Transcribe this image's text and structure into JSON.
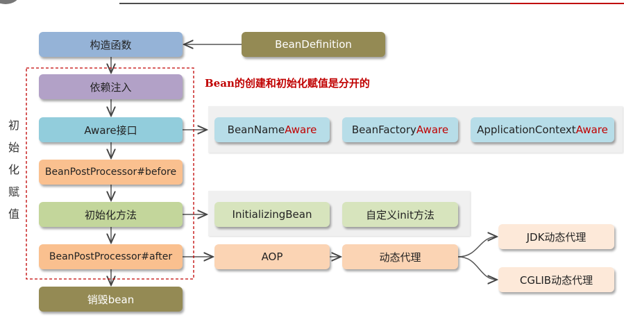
{
  "title": "Bean的创建和初始化赋值是分开的",
  "side_label": [
    "初",
    "始",
    "化",
    "赋",
    "值"
  ],
  "main": {
    "constructor": "构造函数",
    "bean_definition": "BeanDefinition",
    "di": "依赖注入",
    "aware": "Aware接口",
    "bpp_before": "BeanPostProcessor#before",
    "init": "初始化方法",
    "bpp_after": "BeanPostProcessor#after",
    "destroy": "销毁bean"
  },
  "aware_items": [
    {
      "prefix": "BeanName",
      "suffix": "Aware"
    },
    {
      "prefix": "BeanFactory",
      "suffix": "Aware"
    },
    {
      "prefix": "ApplicationContext",
      "suffix": "Aware"
    }
  ],
  "init_items": [
    "InitializingBean",
    "自定义init方法"
  ],
  "aop": {
    "aop": "AOP",
    "proxy": "动态代理",
    "jdk": "JDK动态代理",
    "cglib": "CGLIB动态代理"
  },
  "colors": {
    "accent": "#c00000",
    "header_bar": "#4d4d4d"
  }
}
